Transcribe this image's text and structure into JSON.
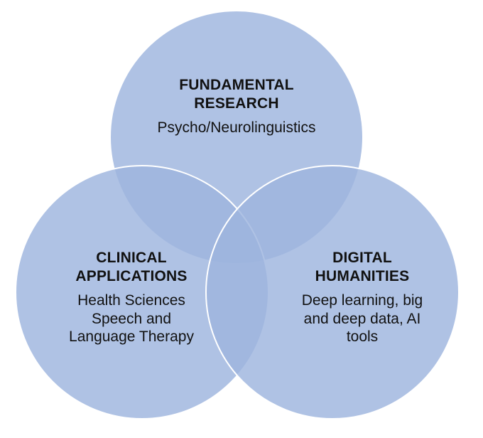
{
  "diagram": {
    "circle_color": "#9db4de",
    "top": {
      "heading": [
        "FUNDAMENTAL",
        "RESEARCH"
      ],
      "body": [
        "Psycho/Neurolinguistics"
      ]
    },
    "left": {
      "heading": [
        "CLINICAL",
        "APPLICATIONS"
      ],
      "body": [
        "Health Sciences",
        "Speech and",
        "Language Therapy"
      ]
    },
    "right": {
      "heading": [
        "DIGITAL",
        "HUMANITIES"
      ],
      "body": [
        "Deep learning, big",
        "and deep data, AI",
        "tools"
      ]
    }
  }
}
